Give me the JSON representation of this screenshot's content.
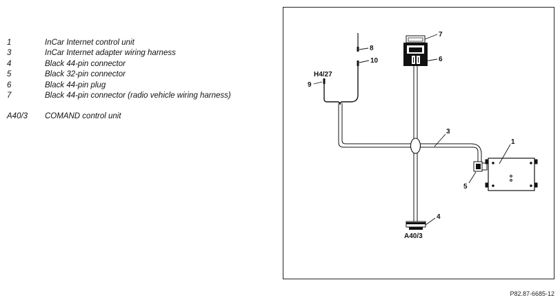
{
  "legend": [
    {
      "key": "1",
      "desc": "InCar Internet control unit"
    },
    {
      "key": "3",
      "desc": "InCar Internet adapter wiring harness"
    },
    {
      "key": "4",
      "desc": "Black 44-pin connector"
    },
    {
      "key": "5",
      "desc": "Black 32-pin connector"
    },
    {
      "key": "6",
      "desc": "Black 44-pin plug"
    },
    {
      "key": "7",
      "desc": "Black 44-pin connector (radio vehicle wiring harness)"
    },
    {
      "key": "A40/3",
      "desc": "COMAND control unit"
    }
  ],
  "diagram": {
    "callouts": {
      "c1": "1",
      "c3": "3",
      "c4": "4",
      "c5": "5",
      "c6": "6",
      "c7": "7",
      "c8": "8",
      "c9": "9",
      "c10": "10"
    },
    "labels": {
      "h427": "H4/27",
      "a403": "A40/3"
    }
  },
  "footer": {
    "reference": "P82.87-6685-12"
  }
}
